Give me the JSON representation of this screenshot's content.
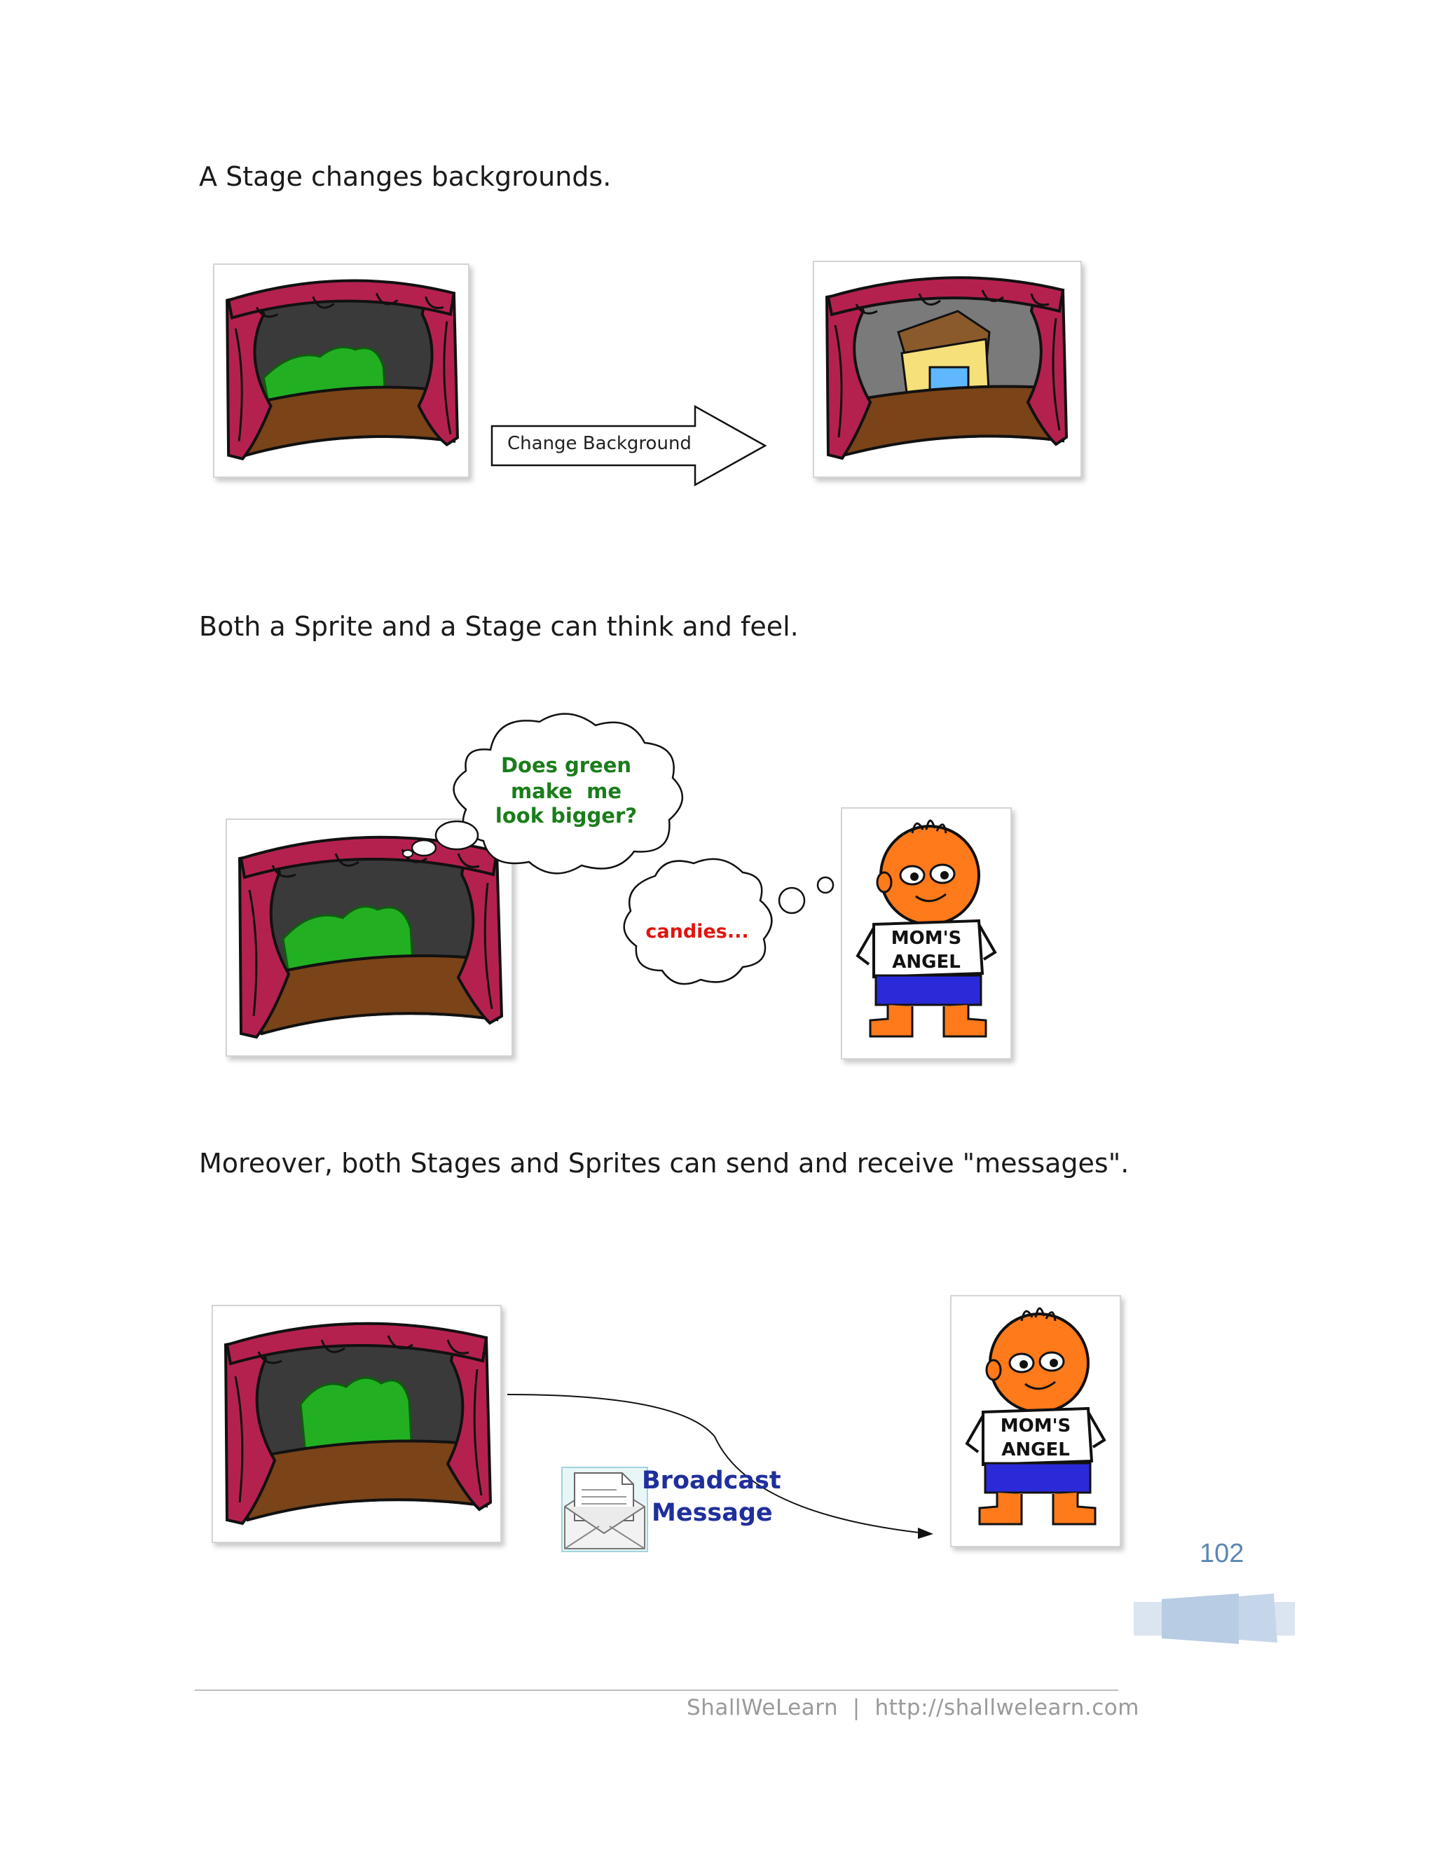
{
  "paragraphs": {
    "p1": "A Stage changes backgrounds.",
    "p2": "Both a Sprite and a Stage can think and feel.",
    "p3": "Moreover, both Stages and Sprites can send and receive \"messages\"."
  },
  "figure1": {
    "arrow_label": "Change Background"
  },
  "figure2": {
    "stage_thought": [
      "Does green",
      "make  me",
      "look bigger?"
    ],
    "sprite_thought": "candies...",
    "sprite_shirt": [
      "MOM'S",
      "ANGEL"
    ]
  },
  "figure3": {
    "message_label": [
      "Broadcast",
      "Message"
    ],
    "sprite_shirt": [
      "MOM'S",
      "ANGEL"
    ]
  },
  "page_number": "102",
  "footer": "ShallWeLearn  |  http://shallwelearn.com",
  "colors": {
    "curtain": "#b5214f",
    "stage_floor": "#7a4318",
    "backdrop": "#3a3a3a",
    "tree": "#22b022",
    "sprite_skin": "#ff7a1a",
    "sprite_pants": "#2a2ad8",
    "thought_green": "#1a7d1a",
    "thought_red": "#e0140e",
    "message_blue": "#1f2f9c",
    "page_number": "#5b87b0"
  }
}
